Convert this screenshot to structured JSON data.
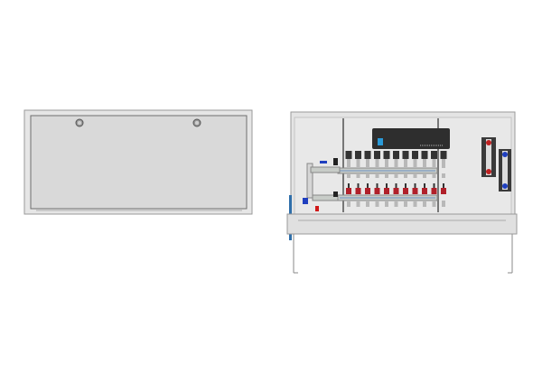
{
  "drawing": {
    "views": [
      "closed-cabinet",
      "open-cabinet-with-manifold"
    ],
    "manifold_loops": 11,
    "colors": {
      "cabinet_fill": "#dcdcdc",
      "cabinet_edge": "#8a8a8a",
      "door_fill": "#d9d9d9",
      "control_box": "#2e2e2e",
      "actuator": "#333333",
      "flow_valve": "#b0202a",
      "valve_handle_blue": "#1f3fbf",
      "valve_red": "#d01818",
      "pipe_brass": "#c8ccc8",
      "pipe_blue": "#6a8fbf",
      "mounting_rail": "#2f6faa"
    }
  }
}
